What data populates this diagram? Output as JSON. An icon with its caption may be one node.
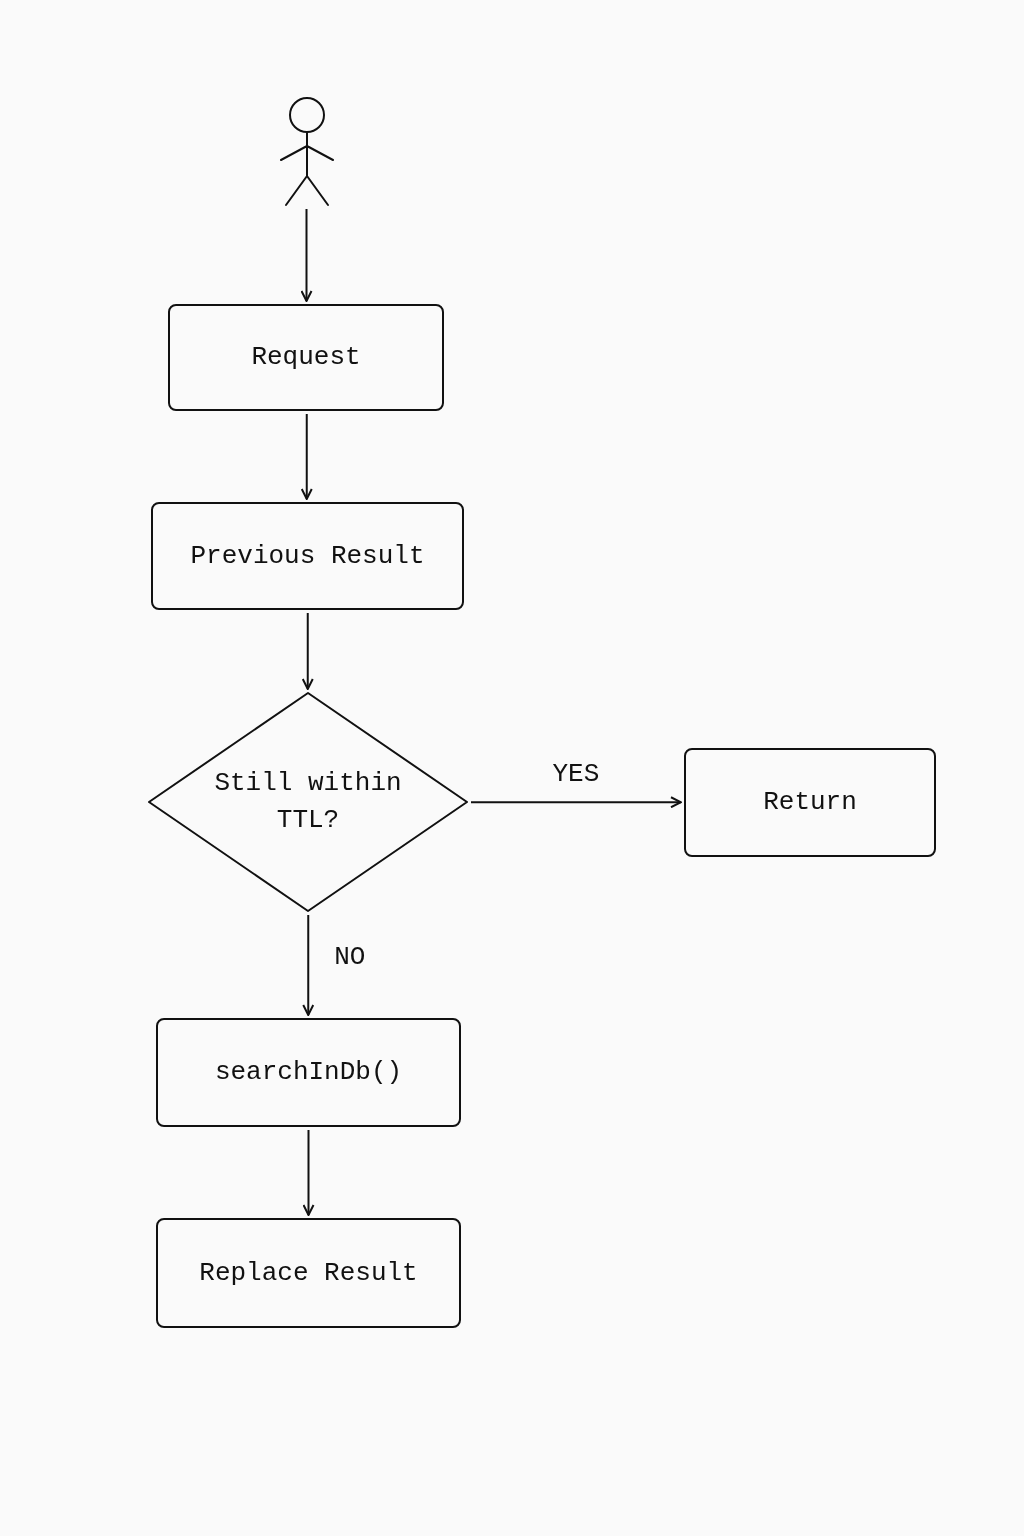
{
  "diagram": {
    "nodes": [
      {
        "text": [],
        "shape": "person"
      },
      {
        "text": [
          "Request"
        ]
      },
      {
        "text": [
          "Previous Result"
        ]
      },
      {
        "text": [
          "Still within TTL?"
        ]
      },
      {
        "text": [
          "Return"
        ]
      },
      {
        "text": [
          "searchInDb()"
        ]
      },
      {
        "text": [
          "Replace Result"
        ]
      }
    ],
    "edges": [
      {
        "from": 0,
        "to": 1,
        "arrow": "to"
      },
      {
        "from": 1,
        "to": 2,
        "arrow": "to"
      },
      {
        "from": 2,
        "to": 3,
        "arrow": "to"
      },
      {
        "from": 3,
        "to": 4,
        "arrow": "to",
        "label": "YES"
      },
      {
        "from": 3,
        "to": 5,
        "arrow": "to",
        "label": "NO"
      },
      {
        "from": 5,
        "to": 6,
        "arrow": "to"
      }
    ]
  }
}
